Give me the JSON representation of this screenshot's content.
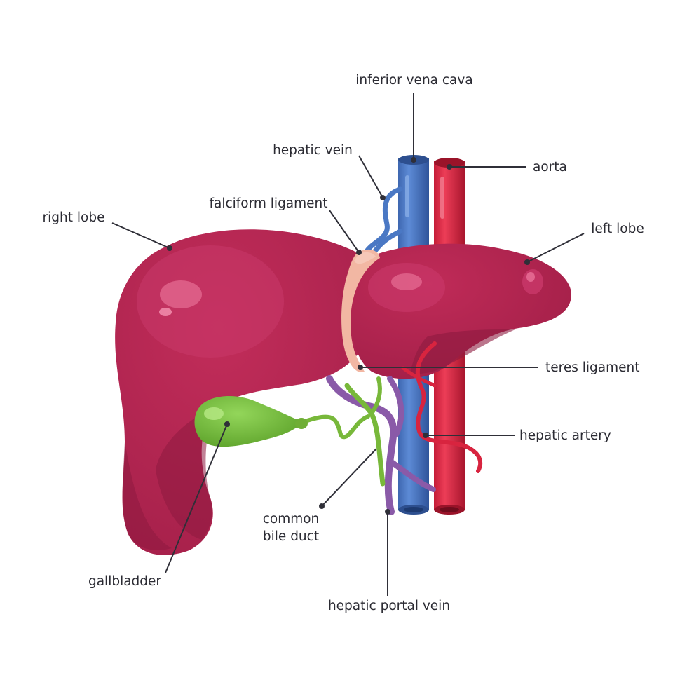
{
  "diagram": {
    "labels": {
      "inferior_vena_cava": "inferior vena cava",
      "hepatic_vein": "hepatic vein",
      "aorta": "aorta",
      "falciform_ligament": "falciform ligament",
      "right_lobe": "right lobe",
      "left_lobe": "left lobe",
      "teres_ligament": "teres ligament",
      "hepatic_artery": "hepatic artery",
      "common_bile_duct_line1": "common",
      "common_bile_duct_line2": "bile duct",
      "gallbladder": "gallbladder",
      "hepatic_portal_vein": "hepatic portal vein"
    },
    "colors": {
      "liver": "#b0234f",
      "liver_shadow": "#8e1a40",
      "liver_highlight": "#d9507a",
      "vena_cava": "#4a78c4",
      "aorta": "#d8243f",
      "portal_vein": "#8a5aa8",
      "bile": "#78b83a",
      "gallbladder": "#7cc142",
      "ligament": "#f2b7a3",
      "leader": "#2f2f38",
      "text": "#2b2b33"
    }
  }
}
